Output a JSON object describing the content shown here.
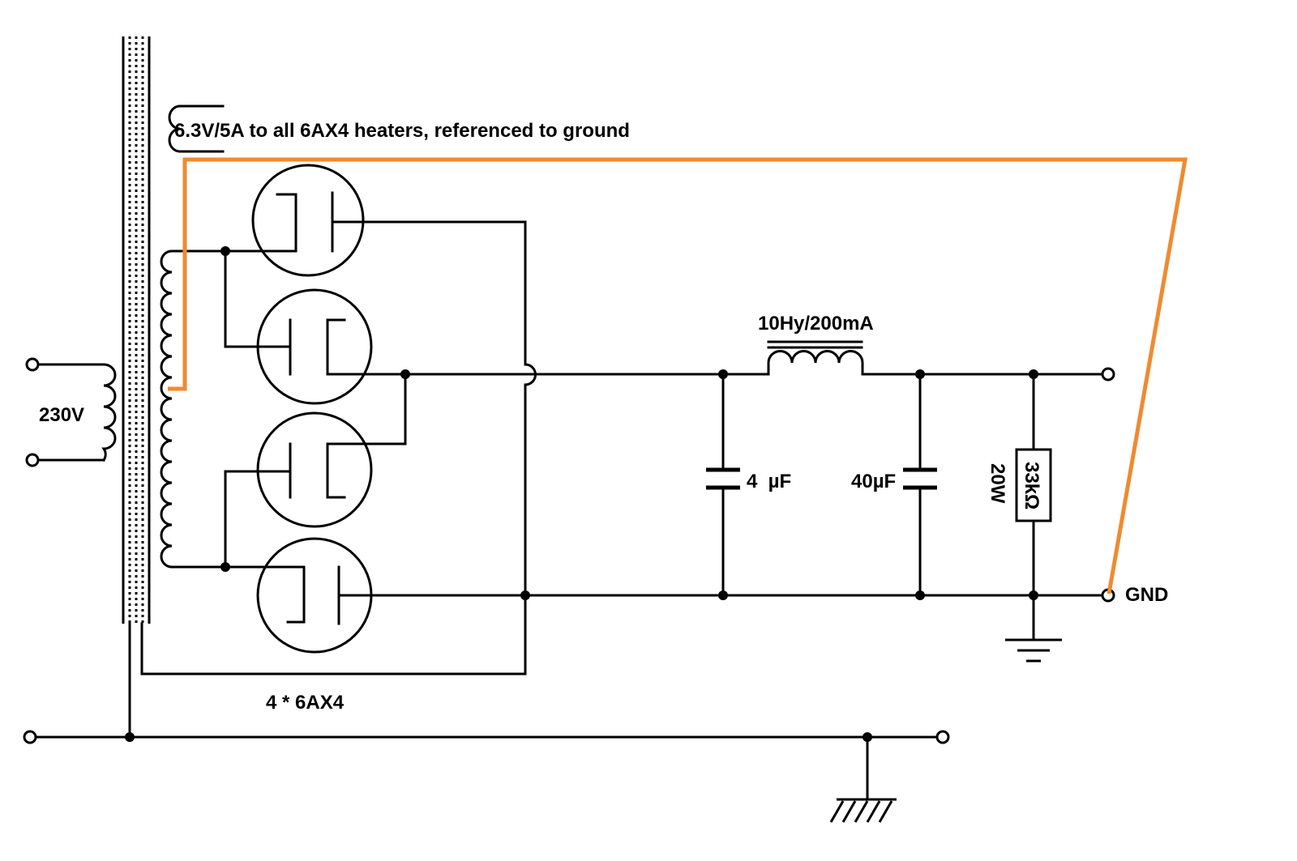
{
  "labels": {
    "heater": "6.3V/5A to all 6AX4 heaters, referenced to ground",
    "mains": "230V",
    "tubes": "4 * 6AX4",
    "choke": "10Hy/200mA",
    "cap1": "4  µF",
    "cap2": "40µF",
    "resistor_value": "33kΩ",
    "resistor_power": "20W",
    "gnd": "GND"
  },
  "colors": {
    "wire": "#000000",
    "modification": "#f08a30"
  }
}
